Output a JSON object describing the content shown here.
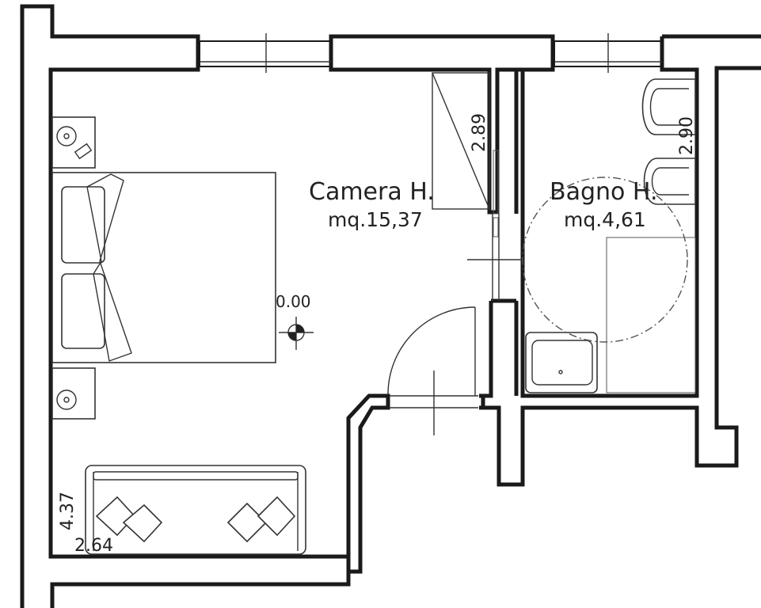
{
  "rooms": [
    {
      "name": "Camera H.",
      "area": "mq.15,37"
    },
    {
      "name": "Bagno H.",
      "area": "mq.4,61"
    }
  ],
  "dimensions": {
    "camera_height_ceiling": "2.89",
    "bagno_height_ceiling": "2.90",
    "camera_side": "4.37",
    "camera_width": "2.64",
    "floor_level": "0.00"
  },
  "colors": {
    "wall": "#1a1a1a",
    "background": "#ffffff"
  }
}
